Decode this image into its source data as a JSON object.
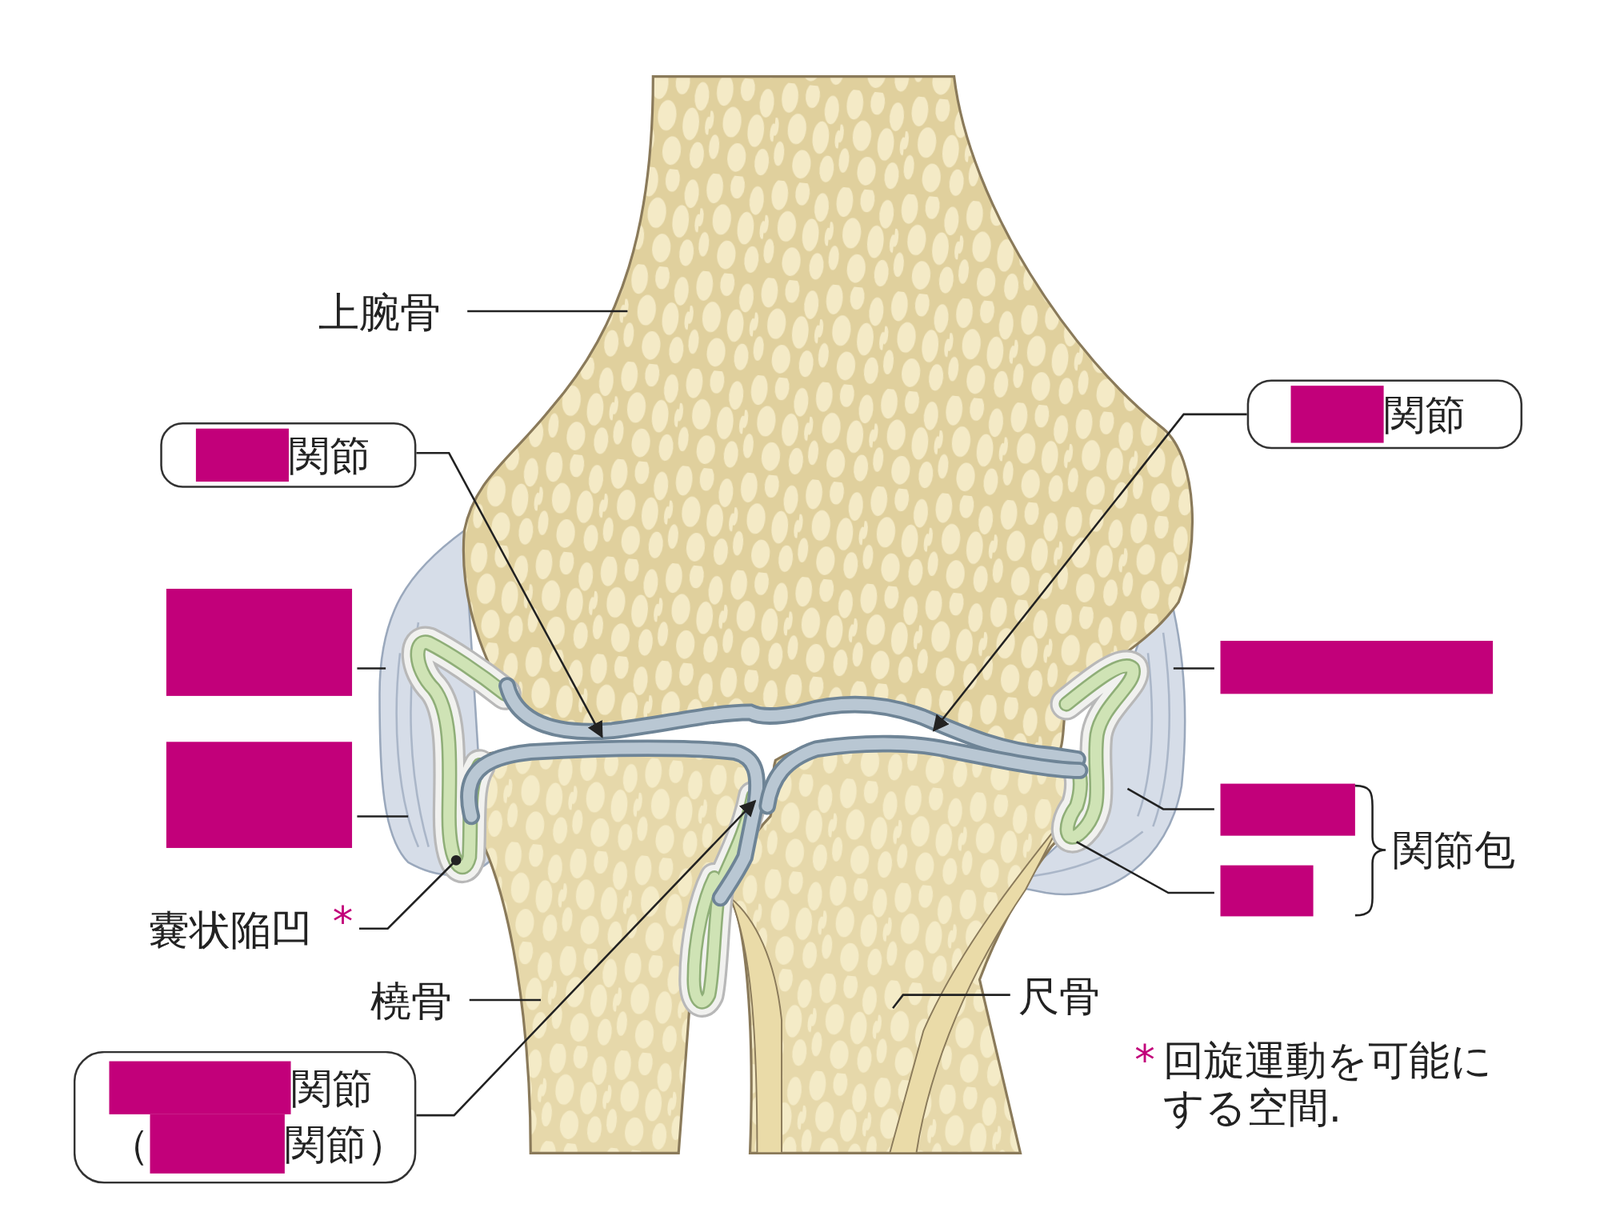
{
  "diagram": {
    "nodes": [
      {
        "text": [
          "関節"
        ]
      },
      {
        "text": [
          "関節"
        ]
      },
      {
        "text": [
          "関節",
          "（",
          "関節）"
        ]
      }
    ],
    "labels": [
      "上腕骨",
      "嚢状陥凹",
      "*",
      "橈骨",
      "尺骨",
      "関節包",
      "*",
      "回旋運動を可能に する空間."
    ]
  }
}
